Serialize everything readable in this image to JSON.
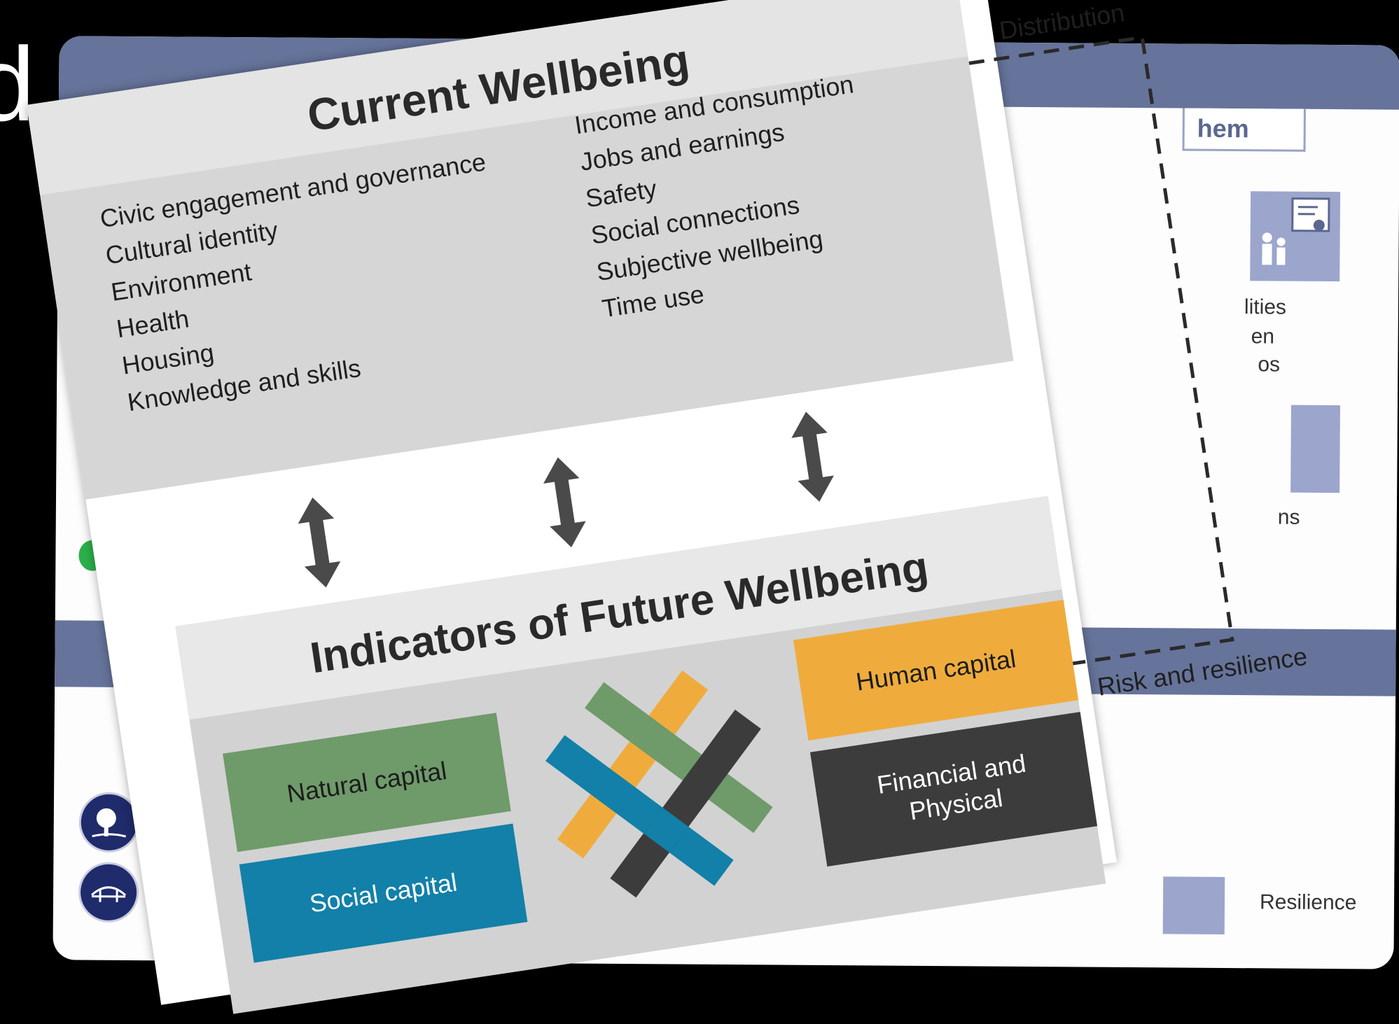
{
  "corner_text": "d",
  "background_slide": {
    "tab_label": "hem",
    "fragments": [
      "lities",
      "en",
      "os",
      "ns"
    ],
    "resilience_label": "Resilience",
    "colors": {
      "bar": "#66749b",
      "icon": "#9ca5cc",
      "circle": "#1f2b6b"
    },
    "icons": [
      "certificate-icon",
      "family-icon",
      "tree-icon",
      "bridge-icon"
    ]
  },
  "figure": {
    "current_wellbeing": {
      "title": "Current Wellbeing",
      "left_items": [
        "Civic engagement and governance",
        "Cultural identity",
        "Environment",
        "Health",
        "Housing",
        "Knowledge and skills"
      ],
      "right_items": [
        "Income and consumption",
        "Jobs and earnings",
        "Safety",
        "Social connections",
        "Subjective wellbeing",
        "Time use"
      ]
    },
    "future_wellbeing": {
      "title": "Indicators of Future Wellbeing",
      "capitals": {
        "natural": "Natural capital",
        "social": "Social capital",
        "human": "Human capital",
        "financial": "Financial and Physical"
      }
    },
    "distribution_label": "Distribution",
    "risk_label": "Risk and resilience",
    "colors": {
      "natural": "#6f9a6a",
      "social": "#1280a8",
      "human": "#efac3d",
      "financial": "#3c3c3c",
      "panel": "#d6d6d6"
    }
  }
}
